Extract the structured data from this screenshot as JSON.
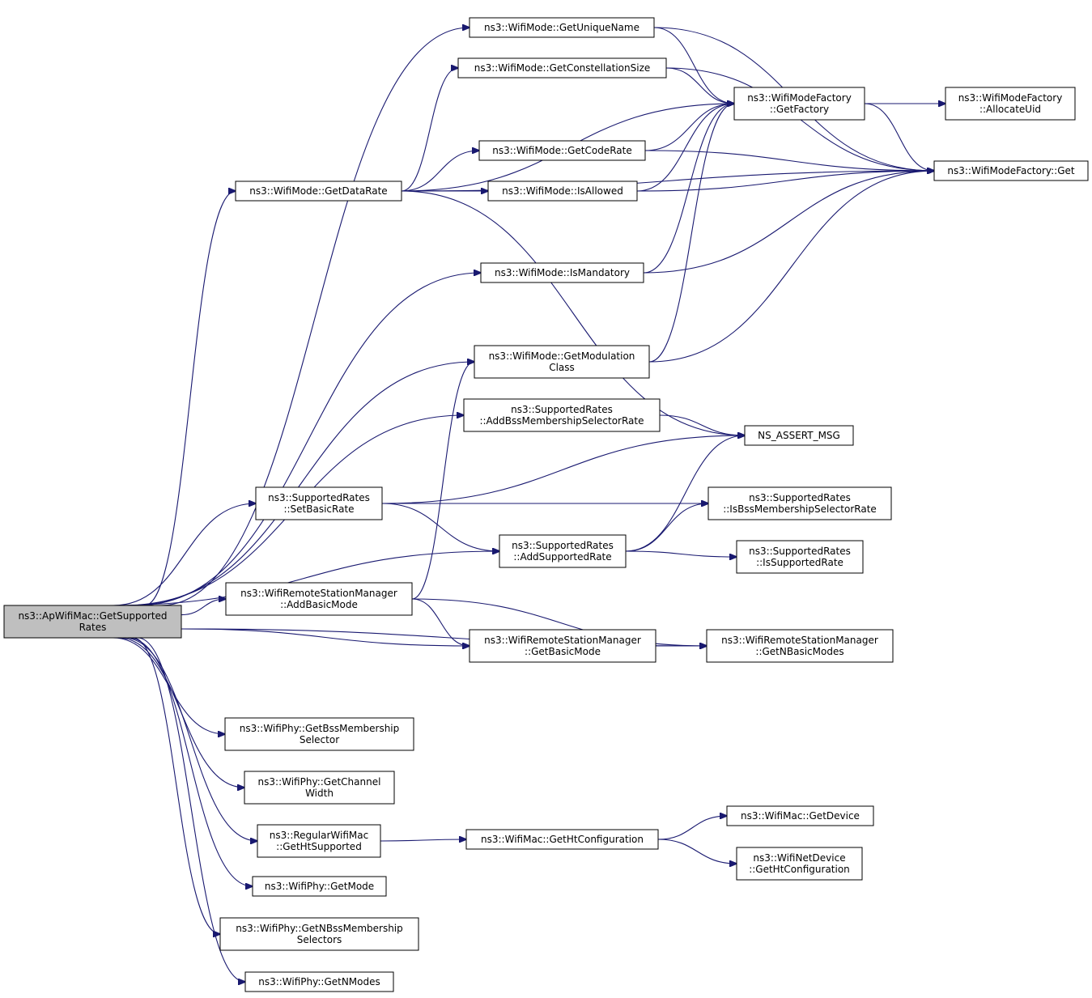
{
  "nodes": [
    {
      "id": "root",
      "lines": [
        "ns3::ApWifiMac::GetSupported",
        "Rates"
      ]
    },
    {
      "id": "getuniquename",
      "lines": [
        "ns3::WifiMode::GetUniqueName"
      ]
    },
    {
      "id": "getconstellationsize",
      "lines": [
        "ns3::WifiMode::GetConstellationSize"
      ]
    },
    {
      "id": "getfactory",
      "lines": [
        "ns3::WifiModeFactory",
        "::GetFactory"
      ]
    },
    {
      "id": "allocateuid",
      "lines": [
        "ns3::WifiModeFactory",
        "::AllocateUid"
      ]
    },
    {
      "id": "getcoderate",
      "lines": [
        "ns3::WifiMode::GetCodeRate"
      ]
    },
    {
      "id": "factoryget",
      "lines": [
        "ns3::WifiModeFactory::Get"
      ]
    },
    {
      "id": "getdatarate",
      "lines": [
        "ns3::WifiMode::GetDataRate"
      ]
    },
    {
      "id": "isallowed",
      "lines": [
        "ns3::WifiMode::IsAllowed"
      ]
    },
    {
      "id": "ismandatory",
      "lines": [
        "ns3::WifiMode::IsMandatory"
      ]
    },
    {
      "id": "getmodulationclass",
      "lines": [
        "ns3::WifiMode::GetModulation",
        "Class"
      ]
    },
    {
      "id": "addbssrate",
      "lines": [
        "ns3::SupportedRates",
        "::AddBssMembershipSelectorRate"
      ]
    },
    {
      "id": "nsassert",
      "lines": [
        "NS_ASSERT_MSG"
      ]
    },
    {
      "id": "setbasicrate",
      "lines": [
        "ns3::SupportedRates",
        "::SetBasicRate"
      ]
    },
    {
      "id": "isbssrate",
      "lines": [
        "ns3::SupportedRates",
        "::IsBssMembershipSelectorRate"
      ]
    },
    {
      "id": "addsupportedrate",
      "lines": [
        "ns3::SupportedRates",
        "::AddSupportedRate"
      ]
    },
    {
      "id": "issupportedrate",
      "lines": [
        "ns3::SupportedRates",
        "::IsSupportedRate"
      ]
    },
    {
      "id": "addbasicmode",
      "lines": [
        "ns3::WifiRemoteStationManager",
        "::AddBasicMode"
      ]
    },
    {
      "id": "getbasicmode",
      "lines": [
        "ns3::WifiRemoteStationManager",
        "::GetBasicMode"
      ]
    },
    {
      "id": "getnbasicmodes",
      "lines": [
        "ns3::WifiRemoteStationManager",
        "::GetNBasicModes"
      ]
    },
    {
      "id": "getbssselector",
      "lines": [
        "ns3::WifiPhy::GetBssMembership",
        "Selector"
      ]
    },
    {
      "id": "getchannelwidth",
      "lines": [
        "ns3::WifiPhy::GetChannel",
        "Width"
      ]
    },
    {
      "id": "gethtsupported",
      "lines": [
        "ns3::RegularWifiMac",
        "::GetHtSupported"
      ]
    },
    {
      "id": "macgethtconfig",
      "lines": [
        "ns3::WifiMac::GetHtConfiguration"
      ]
    },
    {
      "id": "getdevice",
      "lines": [
        "ns3::WifiMac::GetDevice"
      ]
    },
    {
      "id": "netdevgethtconfig",
      "lines": [
        "ns3::WifiNetDevice",
        "::GetHtConfiguration"
      ]
    },
    {
      "id": "getmode",
      "lines": [
        "ns3::WifiPhy::GetMode"
      ]
    },
    {
      "id": "getnbssselectors",
      "lines": [
        "ns3::WifiPhy::GetNBssMembership",
        "Selectors"
      ]
    },
    {
      "id": "getnmodes",
      "lines": [
        "ns3::WifiPhy::GetNModes"
      ]
    }
  ],
  "edges": [
    {
      "from": "root",
      "to": "getuniquename"
    },
    {
      "from": "root",
      "to": "getdatarate"
    },
    {
      "from": "root",
      "to": "ismandatory"
    },
    {
      "from": "root",
      "to": "getmodulationclass"
    },
    {
      "from": "root",
      "to": "addbssrate"
    },
    {
      "from": "root",
      "to": "setbasicrate"
    },
    {
      "from": "root",
      "to": "addsupportedrate"
    },
    {
      "from": "root",
      "to": "addbasicmode"
    },
    {
      "from": "root",
      "to": "getbasicmode"
    },
    {
      "from": "root",
      "to": "getnbasicmodes"
    },
    {
      "from": "root",
      "to": "getbssselector"
    },
    {
      "from": "root",
      "to": "getchannelwidth"
    },
    {
      "from": "root",
      "to": "gethtsupported"
    },
    {
      "from": "root",
      "to": "getmode"
    },
    {
      "from": "root",
      "to": "getnbssselectors"
    },
    {
      "from": "root",
      "to": "getnmodes"
    },
    {
      "from": "getuniquename",
      "to": "getfactory"
    },
    {
      "from": "getuniquename",
      "to": "factoryget"
    },
    {
      "from": "getconstellationsize",
      "to": "getfactory"
    },
    {
      "from": "getconstellationsize",
      "to": "factoryget"
    },
    {
      "from": "getfactory",
      "to": "allocateuid"
    },
    {
      "from": "getfactory",
      "to": "factoryget"
    },
    {
      "from": "getcoderate",
      "to": "getfactory"
    },
    {
      "from": "getcoderate",
      "to": "factoryget"
    },
    {
      "from": "getdatarate",
      "to": "getconstellationsize"
    },
    {
      "from": "getdatarate",
      "to": "getfactory"
    },
    {
      "from": "getdatarate",
      "to": "getcoderate"
    },
    {
      "from": "getdatarate",
      "to": "isallowed"
    },
    {
      "from": "getdatarate",
      "to": "factoryget"
    },
    {
      "from": "getdatarate",
      "to": "nsassert"
    },
    {
      "from": "isallowed",
      "to": "getfactory"
    },
    {
      "from": "isallowed",
      "to": "factoryget"
    },
    {
      "from": "ismandatory",
      "to": "getfactory"
    },
    {
      "from": "ismandatory",
      "to": "factoryget"
    },
    {
      "from": "getmodulationclass",
      "to": "getfactory"
    },
    {
      "from": "getmodulationclass",
      "to": "factoryget"
    },
    {
      "from": "addbssrate",
      "to": "nsassert"
    },
    {
      "from": "setbasicrate",
      "to": "nsassert"
    },
    {
      "from": "setbasicrate",
      "to": "isbssrate"
    },
    {
      "from": "setbasicrate",
      "to": "addsupportedrate"
    },
    {
      "from": "addsupportedrate",
      "to": "nsassert"
    },
    {
      "from": "addsupportedrate",
      "to": "isbssrate"
    },
    {
      "from": "addsupportedrate",
      "to": "issupportedrate"
    },
    {
      "from": "addbasicmode",
      "to": "getmodulationclass"
    },
    {
      "from": "addbasicmode",
      "to": "getbasicmode"
    },
    {
      "from": "addbasicmode",
      "to": "getnbasicmodes"
    },
    {
      "from": "getbasicmode",
      "to": "getnbasicmodes"
    },
    {
      "from": "gethtsupported",
      "to": "macgethtconfig"
    },
    {
      "from": "macgethtconfig",
      "to": "getdevice"
    },
    {
      "from": "macgethtconfig",
      "to": "netdevgethtconfig"
    }
  ]
}
